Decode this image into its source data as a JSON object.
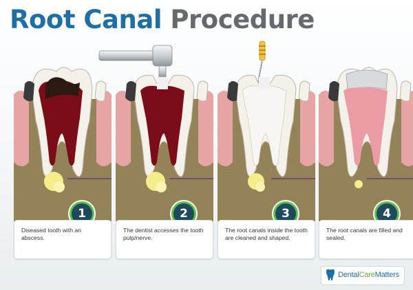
{
  "title": {
    "part1": "Root Canal",
    "part2": "Procedure"
  },
  "steps": [
    {
      "number": "1",
      "caption": "Diseased tooth with an abscess."
    },
    {
      "number": "2",
      "caption": "The dentist accesses the tooth pulp/nerve."
    },
    {
      "number": "3",
      "caption": "The root canals inside the tooth are cleaned and shaped."
    },
    {
      "number": "4",
      "caption": "The root canals are filled and sealed."
    }
  ],
  "logo": {
    "part1": "Dental",
    "part2": "Care",
    "part3": "Matters"
  },
  "colors": {
    "title_blue": "#1d6fa5",
    "title_gray": "#666a6f",
    "bone": "#8f7d52",
    "gum": "#e6a4a4",
    "enamel": "#f4f1ea",
    "pulp_infected": "#7a0d18",
    "pulp_sealed": "#ea9ba3",
    "badge": "#1f4a5e",
    "badge_ring": "#5bbf4a",
    "infection": "#f5ec8a"
  },
  "icons": [
    "dental-drill-icon",
    "endodontic-file-icon",
    "tooth-logo-icon"
  ]
}
